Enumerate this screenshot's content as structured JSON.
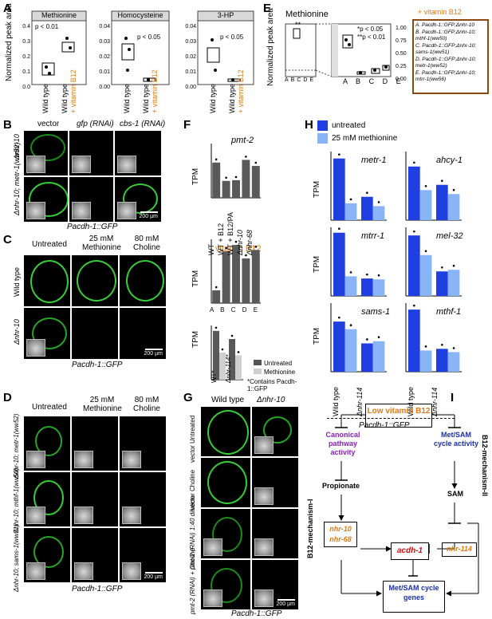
{
  "panel_letters": [
    "A",
    "B",
    "C",
    "D",
    "E",
    "F",
    "G",
    "H",
    "I"
  ],
  "panelA": {
    "ylabel": "Normalized peak area",
    "plots": [
      {
        "title": "Methionine",
        "pval": "p < 0.01",
        "yticks": [
          "0.4",
          "0.3",
          "0.2",
          "0.1",
          "0.0"
        ]
      },
      {
        "title": "Homocysteine",
        "pval": "p < 0.05",
        "yticks": [
          "0.04",
          "0.03",
          "0.02",
          "0.01",
          "0.00"
        ]
      },
      {
        "title": "3-HP",
        "pval": "p < 0.05",
        "yticks": [
          "0.04",
          "0.03",
          "0.02",
          "0.01",
          "0.00"
        ]
      }
    ],
    "xlabels": [
      "Wild type",
      "Wild type",
      "+ vitamin B12"
    ]
  },
  "panelB": {
    "cols": [
      "vector",
      "gfp (RNAi)",
      "cbs-1 (RNAi)"
    ],
    "rows": [
      "Δnhr-10",
      "Δnhr-10; metr-1(ww52)"
    ],
    "caption": "Pacdh-1::GFP",
    "scale": "200 µm"
  },
  "panelC": {
    "cols": [
      "Untreated",
      "25 mM Methionine",
      "80 mM Choline"
    ],
    "rows": [
      "Wild type",
      "Δnhr-10"
    ],
    "caption": "Pacdh-1::GFP",
    "scale": "200 µm"
  },
  "panelD": {
    "cols": [
      "Untreated",
      "25 mM Methionine",
      "80 mM Choline"
    ],
    "rows": [
      "Δnhr-10; metr-1(ww52)",
      "Δnhr-10; mthf-1(ww50)",
      "Δnhr-10; sams-1(ww51)"
    ],
    "caption": "Pacdh-1::GFP",
    "scale": "200 µm"
  },
  "panelE": {
    "title": "Methionine",
    "ylabel": "Normalized peak area",
    "yticks": [
      "1.00",
      "0.75",
      "0.50",
      "0.25",
      "0.00"
    ],
    "xlabels": [
      "A",
      "B",
      "C",
      "D",
      "E"
    ],
    "stars_small": "**",
    "legend1": "*p < 0.05",
    "legend2": "**p < 0.01",
    "box_title": "+ vitamin B12",
    "strains": [
      "A. Pacdh-1::GFP;Δnhr-10",
      "B. Pacdh-1::GFP;Δnhr-10; mthf-1(ww50)",
      "C. Pacdh-1::GFP;Δnhr-10; sams-1(ww51)",
      "D. Pacdh-1::GFP;Δnhr-10; metr-1(ww52)",
      "E. Pacdh-1::GFP;Δnhr-10; mtrr-1(ww56)"
    ]
  },
  "panelF": {
    "title1": "pmt-2",
    "title2": "vitamin B12",
    "ylabel": "TPM",
    "chart1_x": [
      "WT",
      "WT + B12",
      "WT + B12/PA",
      "Δnhr-10",
      "Δnhr-68"
    ],
    "chart2_x": [
      "A",
      "B",
      "C",
      "D",
      "E"
    ],
    "chart3_x": [
      "WT*",
      "Δnhr-114*"
    ],
    "legend_untreated": "Untreated",
    "legend_methionine": "Methionine",
    "footnote": "*Contains Pacdh-1::GFP"
  },
  "panelG": {
    "cols": [
      "Wild type",
      "Δnhr-10"
    ],
    "rows": [
      "vector Untreated",
      "vector Choline",
      "pmt-2 (RNAi) 1:40 dilution",
      "pmt-2 (RNAi) + Choline"
    ],
    "caption": "Pacdh-1::GFP",
    "scale": "200 µm"
  },
  "panelH": {
    "legend_untreated": "untreated",
    "legend_met": "25 mM methionine",
    "ylabel": "TPM",
    "genes": [
      "metr-1",
      "ahcy-1",
      "mtrr-1",
      "mel-32",
      "sams-1",
      "mthf-1"
    ],
    "xlabels": [
      "Wild type",
      "Δnhr-114"
    ],
    "caption": "Pacdh-1::GFP",
    "colors": {
      "untreated": "#1f3fe0",
      "met": "#8ab4f8"
    }
  },
  "panelI": {
    "top": "Low vitamin B12",
    "left_node": "Canonical pathway activity",
    "right_node": "Met/SAM cycle activity",
    "left_side": "B12-mechanism-I",
    "right_side": "B12-mechanism-II",
    "propionate": "Propionate",
    "sam": "SAM",
    "nhr10": "nhr-10",
    "nhr68": "nhr-68",
    "nhr114": "nhr-114",
    "acdh": "acdh-1",
    "bottom": "Met/SAM cycle genes"
  },
  "chart_data": [
    {
      "type": "bar",
      "title": "pmt-2",
      "categories": [
        "WT",
        "WT + B12",
        "WT + B12/PA",
        "Δnhr-10",
        "Δnhr-68"
      ],
      "values": [
        520,
        250,
        260,
        560,
        470
      ],
      "ylabel": "TPM",
      "ylim": [
        0,
        800
      ]
    },
    {
      "type": "bar",
      "title": "vitamin B12",
      "categories": [
        "A",
        "B",
        "C",
        "D",
        "E"
      ],
      "values": [
        180,
        730,
        820,
        630,
        750
      ],
      "ylabel": "TPM",
      "ylim": [
        0,
        900
      ]
    },
    {
      "type": "bar",
      "categories": [
        "WT*",
        "Δnhr-114*"
      ],
      "series": [
        {
          "name": "Untreated",
          "values": [
            360,
            300
          ]
        },
        {
          "name": "Methionine",
          "values": [
            200,
            180
          ]
        }
      ],
      "ylabel": "TPM",
      "ylim": [
        0,
        400
      ]
    },
    {
      "type": "bar",
      "title": "metr-1",
      "categories": [
        "Wild type",
        "Δnhr-114"
      ],
      "series": [
        {
          "name": "untreated",
          "values": [
            330,
            125
          ]
        },
        {
          "name": "25 mM methionine",
          "values": [
            90,
            75
          ]
        }
      ],
      "ylim": [
        0,
        350
      ]
    },
    {
      "type": "bar",
      "title": "ahcy-1",
      "categories": [
        "Wild type",
        "Δnhr-114"
      ],
      "series": [
        {
          "name": "untreated",
          "values": [
            4100,
            2700
          ]
        },
        {
          "name": "25 mM methionine",
          "values": [
            2300,
            2000
          ]
        }
      ],
      "ylim": [
        0,
        5000
      ]
    },
    {
      "type": "bar",
      "title": "mtrr-1",
      "categories": [
        "Wild type",
        "Δnhr-114"
      ],
      "series": [
        {
          "name": "untreated",
          "values": [
            145,
            40
          ]
        },
        {
          "name": "25 mM methionine",
          "values": [
            45,
            38
          ]
        }
      ],
      "ylim": [
        0,
        150
      ]
    },
    {
      "type": "bar",
      "title": "mel-32",
      "categories": [
        "Wild type",
        "Δnhr-114"
      ],
      "series": [
        {
          "name": "untreated",
          "values": [
            185,
            75
          ]
        },
        {
          "name": "25 mM methionine",
          "values": [
            125,
            80
          ]
        }
      ],
      "ylim": [
        0,
        200
      ]
    },
    {
      "type": "bar",
      "title": "sams-1",
      "categories": [
        "Wild type",
        "Δnhr-114"
      ],
      "series": [
        {
          "name": "untreated",
          "values": [
            460,
            260
          ]
        },
        {
          "name": "25 mM methionine",
          "values": [
            390,
            280
          ]
        }
      ],
      "ylim": [
        0,
        600
      ]
    },
    {
      "type": "bar",
      "title": "mthf-1",
      "categories": [
        "Wild type",
        "Δnhr-114"
      ],
      "series": [
        {
          "name": "untreated",
          "values": [
            380,
            140
          ]
        },
        {
          "name": "25 mM methionine",
          "values": [
            130,
            120
          ]
        }
      ],
      "ylim": [
        0,
        400
      ]
    }
  ]
}
